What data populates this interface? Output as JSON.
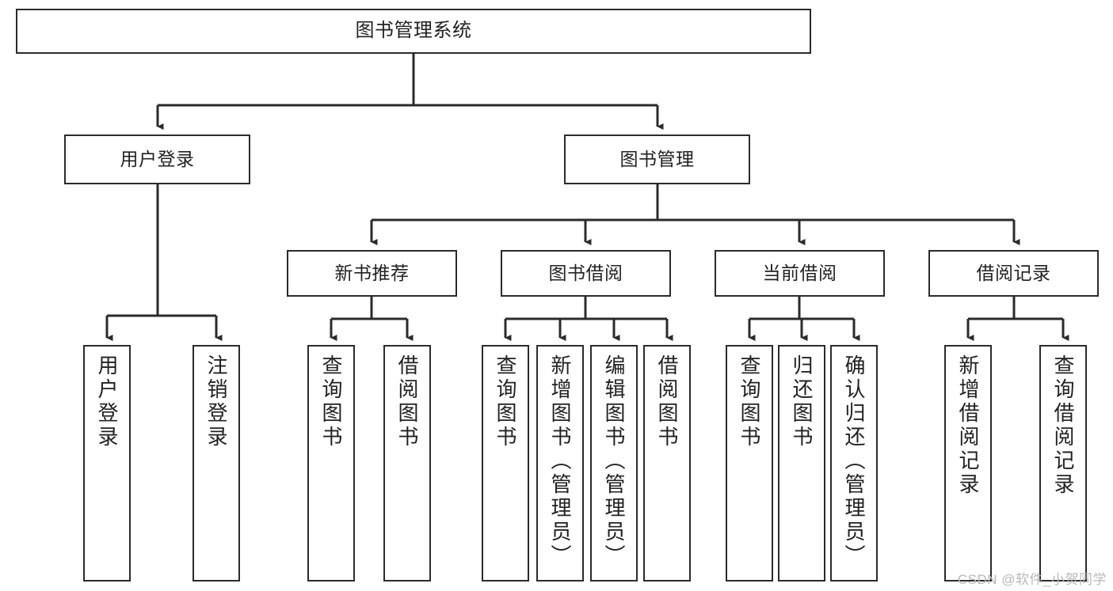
{
  "diagram": {
    "type": "tree-flowchart",
    "title": "图书管理系统",
    "watermark": "CSDN @软件_小贺同学",
    "colors": {
      "box_border": "#2b2b2b",
      "box_fill": "#ffffff",
      "connector": "#2b2b2b",
      "text": "#222222",
      "watermark": "#b8b8b8"
    },
    "nodes": {
      "root": {
        "label": "图书管理系统"
      },
      "level2": [
        {
          "id": "user-login",
          "label": "用户登录"
        },
        {
          "id": "book-admin",
          "label": "图书管理"
        }
      ],
      "level3": [
        {
          "id": "new-book-rec",
          "label": "新书推荐"
        },
        {
          "id": "book-borrow",
          "label": "图书借阅"
        },
        {
          "id": "current-borrow",
          "label": "当前借阅"
        },
        {
          "id": "borrow-record",
          "label": "借阅记录"
        }
      ],
      "leaves": [
        {
          "id": "leaf-user-login",
          "parent": "user-login",
          "label": "用户登录"
        },
        {
          "id": "leaf-logout",
          "parent": "user-login",
          "label": "注销登录"
        },
        {
          "id": "leaf-query-book-1",
          "parent": "new-book-rec",
          "label": "查询图书"
        },
        {
          "id": "leaf-borrow-book-1",
          "parent": "new-book-rec",
          "label": "借阅图书"
        },
        {
          "id": "leaf-query-book-2",
          "parent": "book-borrow",
          "label": "查询图书"
        },
        {
          "id": "leaf-add-book",
          "parent": "book-borrow",
          "label": "新增图书（管理员）"
        },
        {
          "id": "leaf-edit-book",
          "parent": "book-borrow",
          "label": "编辑图书（管理员）"
        },
        {
          "id": "leaf-borrow-book-2",
          "parent": "book-borrow",
          "label": "借阅图书"
        },
        {
          "id": "leaf-query-book-3",
          "parent": "current-borrow",
          "label": "查询图书"
        },
        {
          "id": "leaf-return-book",
          "parent": "current-borrow",
          "label": "归还图书"
        },
        {
          "id": "leaf-confirm-return",
          "parent": "current-borrow",
          "label": "确认归还（管理员）"
        },
        {
          "id": "leaf-add-record",
          "parent": "borrow-record",
          "label": "新增借阅记录"
        },
        {
          "id": "leaf-query-record",
          "parent": "borrow-record",
          "label": "查询借阅记录"
        }
      ]
    }
  }
}
